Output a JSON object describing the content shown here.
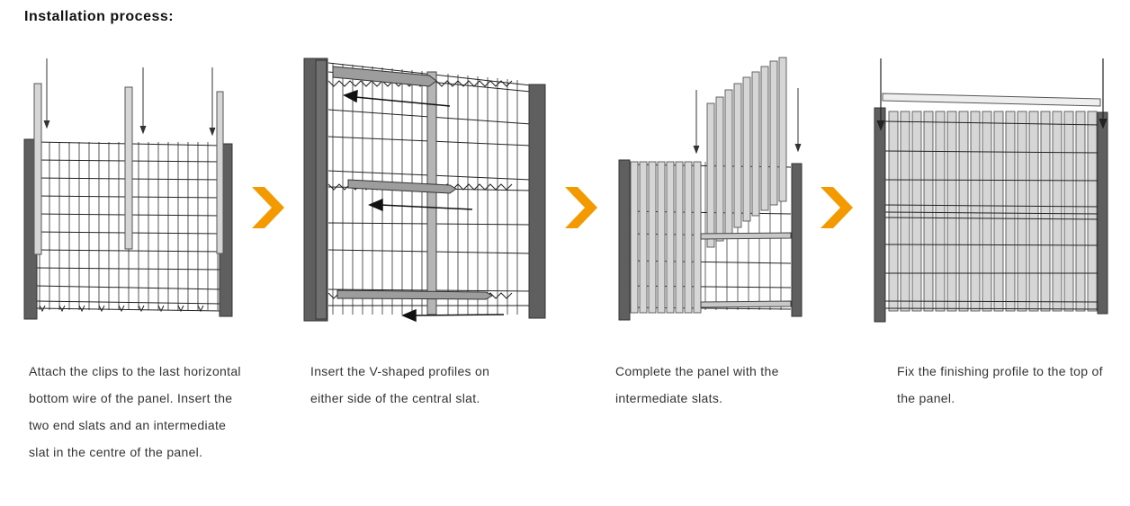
{
  "title": "Installation process:",
  "accent_color": "#f39a00",
  "post_color": "#5f5f5f",
  "slat_color": "#d6d6d6",
  "steps": [
    {
      "text": "Attach the clips to the last horizontal bottom wire of the panel. Insert the two end slats and an intermediate slat in the centre of the panel."
    },
    {
      "text": "Insert the V-shaped profiles on either side of the central slat."
    },
    {
      "text": "Complete the panel with the intermediate slats."
    },
    {
      "text": "Fix the finishing profile to the top of the panel."
    }
  ]
}
